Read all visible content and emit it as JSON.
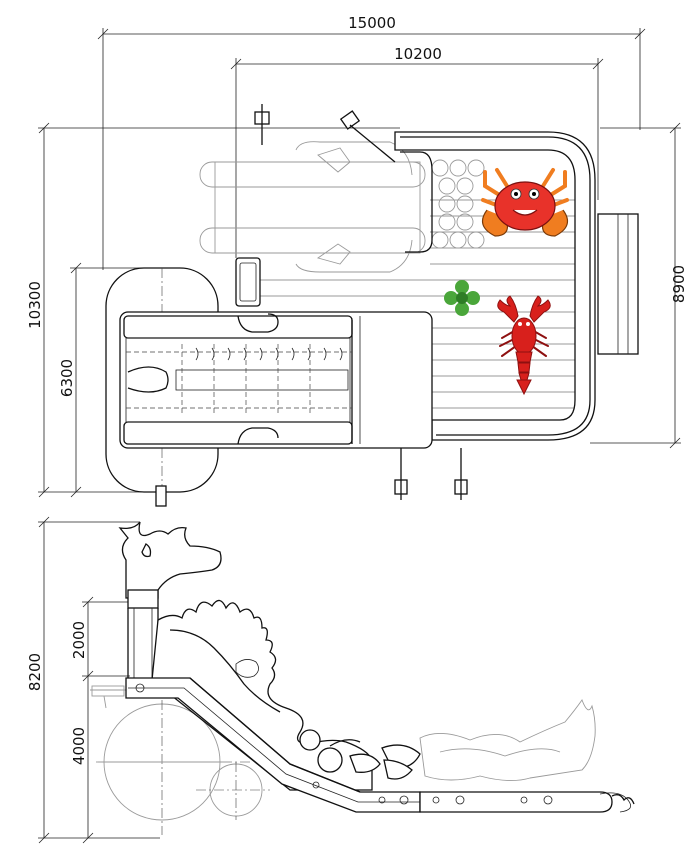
{
  "dimensions": {
    "top_total_width": "15000",
    "top_inner_width": "10200",
    "left_total_depth": "10300",
    "left_partial_depth": "6300",
    "right_depth": "8900",
    "side_total_height": "8200",
    "side_upper_height": "2000",
    "side_lower_height": "4000"
  },
  "colors": {
    "crab_body": "#e8322a",
    "crab_claws": "#f07d20",
    "lobster_body": "#d8201c",
    "lobster_dark": "#8e1010",
    "flower": "#4aa63a",
    "flower_dark": "#2f7d26",
    "line": "#111111",
    "ghost_line": "#9a9a9a"
  }
}
